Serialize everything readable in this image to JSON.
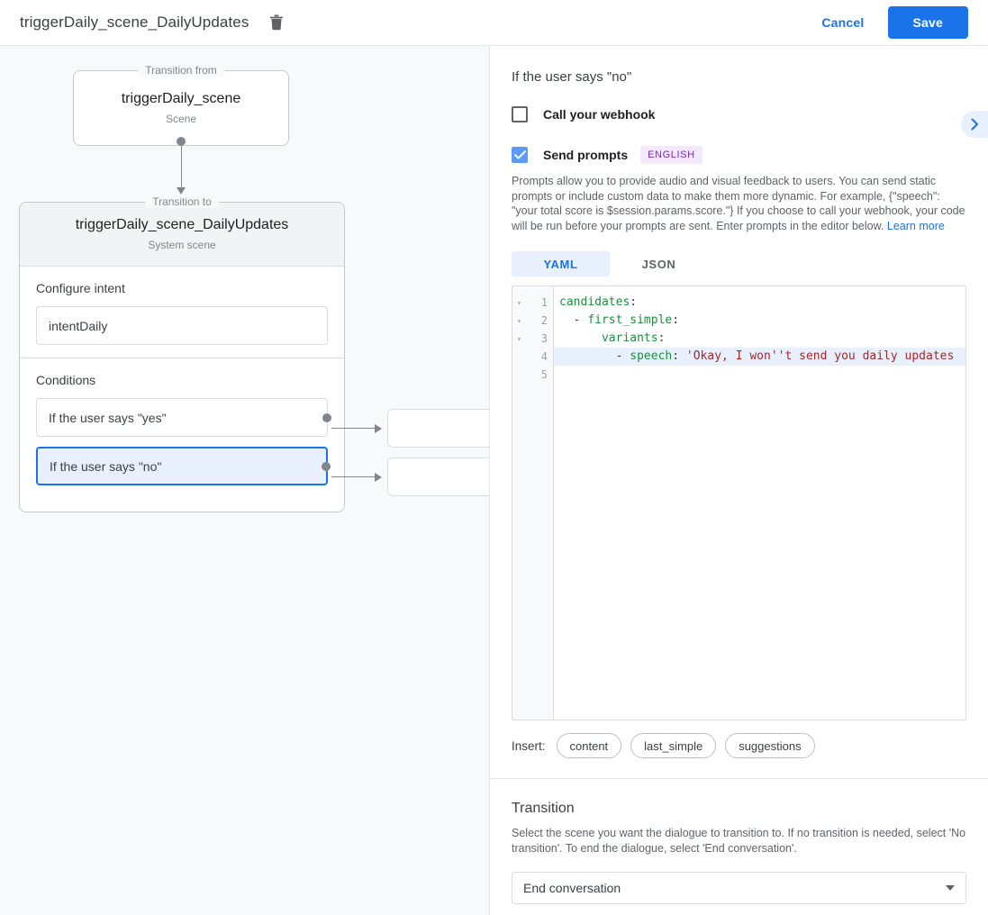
{
  "topbar": {
    "title": "triggerDaily_scene_DailyUpdates",
    "delete_icon": "trash-icon",
    "cancel_label": "Cancel",
    "save_label": "Save"
  },
  "canvas": {
    "from_legend": "Transition from",
    "from_node": {
      "title": "triggerDaily_scene",
      "subtitle": "Scene"
    },
    "to_legend": "Transition to",
    "to_node": {
      "title": "triggerDaily_scene_DailyUpdates",
      "subtitle": "System scene"
    },
    "intent_section_label": "Configure intent",
    "intent_value": "intentDaily",
    "conditions_section_label": "Conditions",
    "conditions": [
      {
        "label": "If the user says \"yes\"",
        "selected": false
      },
      {
        "label": "If the user says \"no\"",
        "selected": true
      }
    ]
  },
  "panel": {
    "title": "If the user says \"no\"",
    "collapse_icon": "chevron-right-icon",
    "webhook": {
      "label": "Call your webhook",
      "checked": false
    },
    "prompts": {
      "label": "Send prompts",
      "checked": true,
      "badge": "ENGLISH"
    },
    "help_text": "Prompts allow you to provide audio and visual feedback to users. You can send static prompts or include custom data to make them more dynamic. For example, {\"speech\": \"your total score is $session.params.score.\"} If you choose to call your webhook, your code will be run before your prompts are sent. Enter prompts in the editor below. ",
    "help_link": "Learn more",
    "tabs": [
      {
        "label": "YAML",
        "active": true
      },
      {
        "label": "JSON",
        "active": false
      }
    ],
    "editor": {
      "line_numbers": [
        "1",
        "2",
        "3",
        "4",
        "5"
      ],
      "fold_markers": [
        "▾",
        "▾",
        "▾",
        "",
        ""
      ],
      "active_line": 4,
      "lines": [
        {
          "key": "candidates",
          "punct": ":",
          "indent": "",
          "dash": "",
          "str": ""
        },
        {
          "key": "first_simple",
          "punct": ":",
          "indent": "  ",
          "dash": "- ",
          "str": ""
        },
        {
          "key": "variants",
          "punct": ":",
          "indent": "      ",
          "dash": "",
          "str": ""
        },
        {
          "key": "speech",
          "punct": ": ",
          "indent": "        ",
          "dash": "- ",
          "str": "'Okay, I won''t send you daily updates"
        },
        {
          "key": "",
          "punct": "",
          "indent": "",
          "dash": "",
          "str": ""
        }
      ]
    },
    "insert_label": "Insert:",
    "insert_chips": [
      "content",
      "last_simple",
      "suggestions"
    ],
    "transition": {
      "title": "Transition",
      "description": "Select the scene you want the dialogue to transition to. If no transition is needed, select 'No transition'. To end the dialogue, select 'End conversation'.",
      "selected": "End conversation"
    }
  },
  "colors": {
    "accent": "#1a73e8",
    "accent_light": "#e8f0fe",
    "badge_bg": "#f3e8fd",
    "badge_fg": "#7627bb",
    "canvas_bg": "#f8f9fa"
  }
}
